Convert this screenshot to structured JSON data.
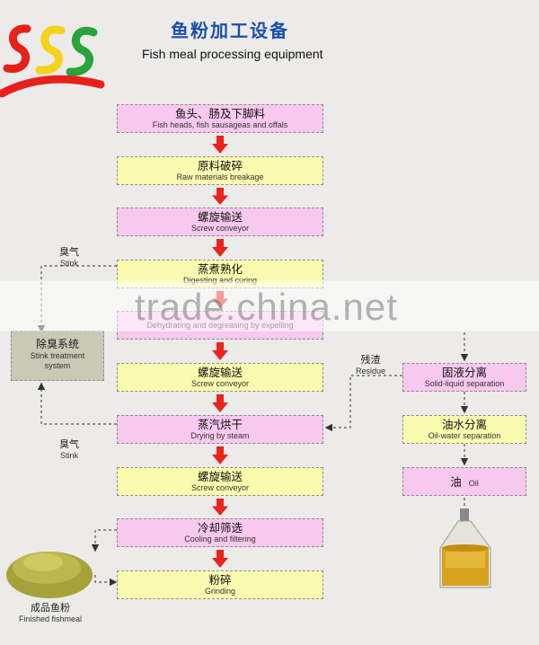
{
  "header": {
    "title_cn": "鱼粉加工设备",
    "title_en": "Fish meal processing equipment"
  },
  "logo": {
    "text": "SSS",
    "colors": [
      "#e8201c",
      "#f5d21c",
      "#2aa33c"
    ]
  },
  "steps": [
    {
      "cn": "鱼头、肠及下脚料",
      "en": "Fish heads, fish sausageas and offals",
      "color": "pink"
    },
    {
      "cn": "原料破碎",
      "en": "Raw materials breakage",
      "color": "yellow"
    },
    {
      "cn": "螺旋输送",
      "en": "Screw conveyor",
      "color": "pink"
    },
    {
      "cn": "蒸煮熟化",
      "en": "Digesting and curing",
      "color": "yellow"
    },
    {
      "cn": "",
      "en": "Dehydrating and degreasing by expelling",
      "color": "pink"
    },
    {
      "cn": "螺旋输送",
      "en": "Screw conveyor",
      "color": "yellow"
    },
    {
      "cn": "蒸汽烘干",
      "en": "Drying by steam",
      "color": "pink"
    },
    {
      "cn": "螺旋输送",
      "en": "Screw conveyor",
      "color": "yellow"
    },
    {
      "cn": "冷却筛选",
      "en": "Cooling and filtering",
      "color": "pink"
    },
    {
      "cn": "粉碎",
      "en": "Grinding",
      "color": "yellow"
    }
  ],
  "side_steps": [
    {
      "cn": "固液分离",
      "en": "Solid-liquid separation",
      "color": "pink"
    },
    {
      "cn": "油水分离",
      "en": "Oil-water separation",
      "color": "yellow"
    },
    {
      "cn": "油",
      "en": "Oil",
      "color": "pink"
    }
  ],
  "labels": {
    "stink_top": {
      "cn": "臭气",
      "en": "Stink"
    },
    "stink_bottom": {
      "cn": "臭气",
      "en": "Stink"
    },
    "residue": {
      "cn": "残渣",
      "en": "Residue"
    },
    "finished": {
      "cn": "成品鱼粉",
      "en": "Finished fishmeal"
    }
  },
  "stink_system": {
    "cn": "除臭系统",
    "en_line1": "Stink treatment",
    "en_line2": "system"
  },
  "watermark": "trade.china.net",
  "colors": {
    "pink": "#f8c8ee",
    "yellow": "#fbfbb0",
    "arrow": "#e8241c",
    "title": "#1b4fa8"
  }
}
